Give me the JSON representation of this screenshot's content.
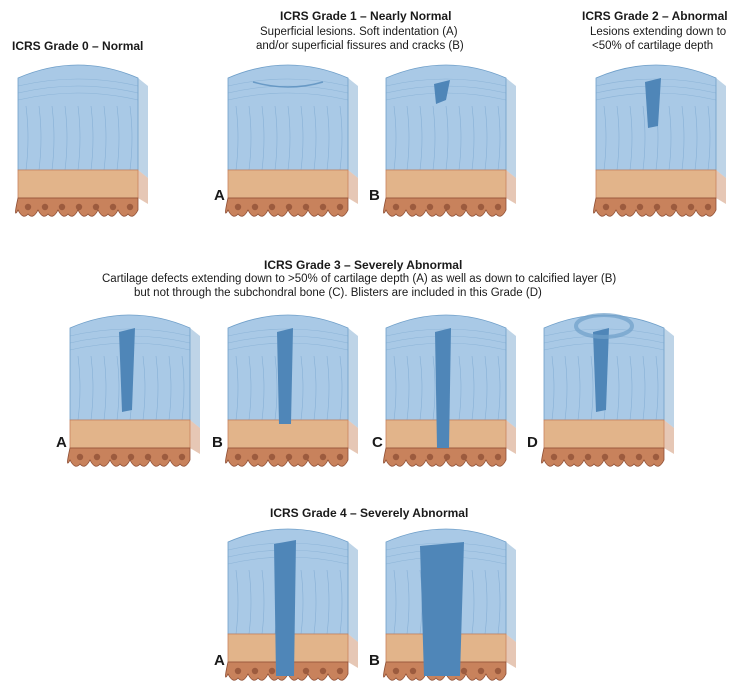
{
  "grade0": {
    "title": "ICRS Grade 0 – Normal"
  },
  "grade1": {
    "title": "ICRS Grade 1 – Nearly Normal",
    "desc_line1": "Superficial lesions. Soft indentation (A)",
    "desc_line2": "and/or superficial fissures and cracks (B)",
    "labels": [
      "A",
      "B"
    ]
  },
  "grade2": {
    "title": "ICRS Grade 2 – Abnormal",
    "desc_line1": "Lesions extending down to",
    "desc_line2": "<50% of cartilage depth"
  },
  "grade3": {
    "title": "ICRS Grade 3 – Severely Abnormal",
    "desc_line1": "Cartilage defects extending down to >50% of cartilage depth (A) as well as down to calcified layer (B)",
    "desc_line2": "but not through the subchondral bone (C). Blisters are included in this Grade (D)",
    "labels": [
      "A",
      "B",
      "C",
      "D"
    ]
  },
  "grade4": {
    "title": "ICRS Grade 4 – Severely Abnormal",
    "labels": [
      "A",
      "B"
    ]
  },
  "colors": {
    "cartilage": "#a9c9e6",
    "cartilage_dark": "#6f9fc9",
    "defect": "#4f86b8",
    "calcified": "#e2b48a",
    "bone": "#c8825c",
    "bone_dark": "#8e4e34"
  }
}
